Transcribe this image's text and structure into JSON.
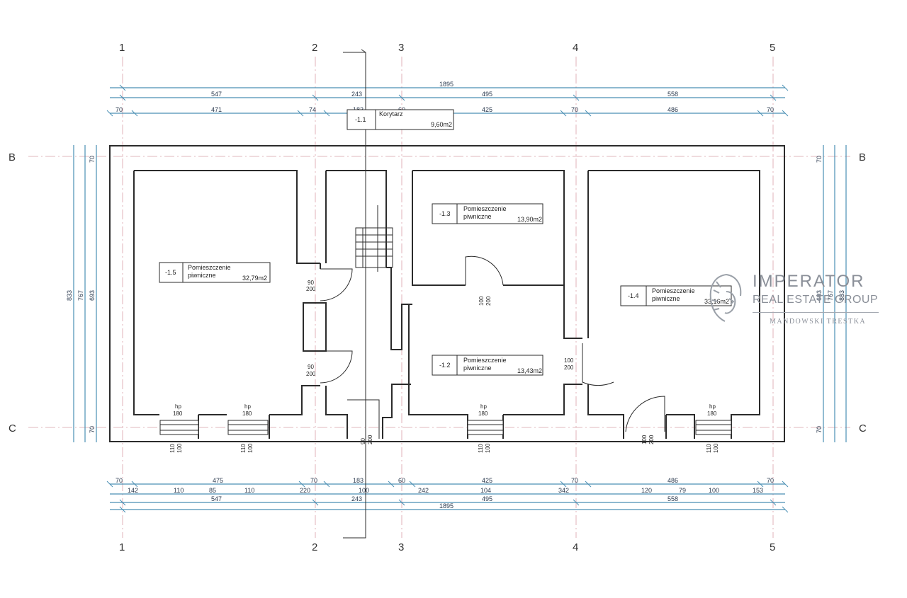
{
  "axes": {
    "columns": [
      "1",
      "2",
      "3",
      "4",
      "5"
    ],
    "rows": [
      "B",
      "C"
    ]
  },
  "dimensions": {
    "top_total": "1895",
    "top_main": [
      "547",
      "243",
      "495",
      "558"
    ],
    "top_detail": [
      "70",
      "471",
      "74",
      "183",
      "60",
      "425",
      "70",
      "486",
      "70"
    ],
    "bottom_detail_1": [
      "70",
      "475",
      "70",
      "183",
      "60",
      "425",
      "70",
      "486",
      "70"
    ],
    "bottom_detail_2": [
      "142",
      "110",
      "85",
      "110",
      "220",
      "100",
      "242",
      "104",
      "342",
      "120",
      "79",
      "100",
      "153"
    ],
    "bottom_main": [
      "547",
      "243",
      "495",
      "558"
    ],
    "bottom_total": "1895",
    "left_vertical": [
      "833",
      "767",
      "693",
      "70",
      "70"
    ],
    "right_vertical": [
      "70",
      "693",
      "767",
      "833",
      "70"
    ]
  },
  "rooms": [
    {
      "id": "-1.1",
      "name": "Korytarz",
      "area": "9,60m2"
    },
    {
      "id": "-1.3",
      "name": "Pomieszczenie piwniczne",
      "name_line1": "Pomieszczenie",
      "name_line2": "piwniczne",
      "area": "13,90m2"
    },
    {
      "id": "-1.5",
      "name_line1": "Pomieszczenie",
      "name_line2": "piwniczne",
      "area": "32,79m2"
    },
    {
      "id": "-1.4",
      "name_line1": "Pomieszczenie",
      "name_line2": "piwniczne",
      "area": "33,16m2"
    },
    {
      "id": "-1.2",
      "name_line1": "Pomieszczenie",
      "name_line2": "piwniczne",
      "area": "13,43m2"
    }
  ],
  "openings": {
    "door_90_200": [
      "90",
      "200"
    ],
    "door_100_200": [
      "100",
      "200"
    ],
    "window_hp": "hp",
    "window_hp_value": "180",
    "window_110_100": [
      "110",
      "100"
    ]
  },
  "brand": {
    "name": "IMPERATOR",
    "sub": "REAL ESTATE GROUP",
    "owners": "MANDOWSKI TRESTKA"
  },
  "colors": {
    "wall": "#2b2b2b",
    "dimension_line": "#4a8fb3",
    "axis_line": "#d08a94",
    "brand": "#8a8f98"
  }
}
